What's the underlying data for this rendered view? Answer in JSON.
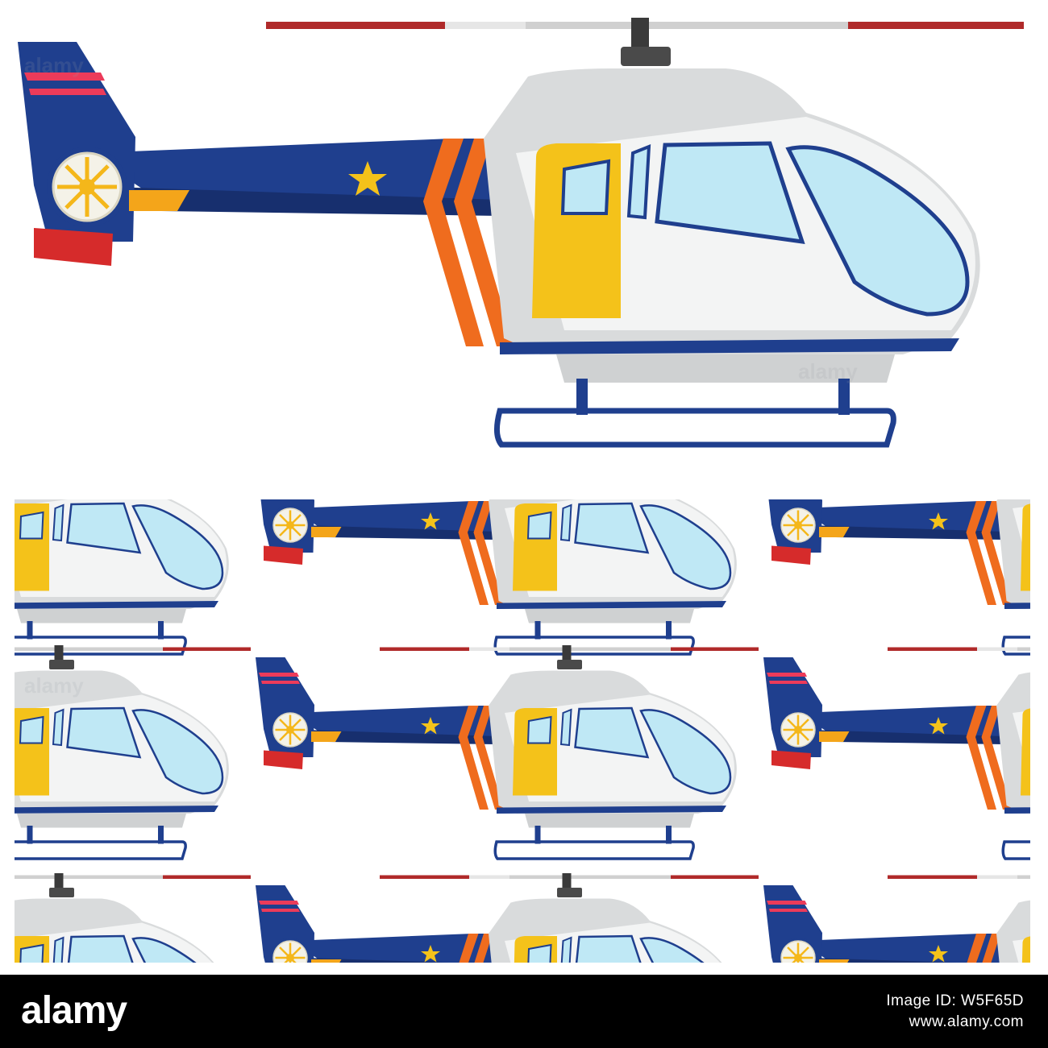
{
  "image": {
    "subject": "helicopter",
    "pattern": "seamless-repeat"
  },
  "colors": {
    "background": "#ffffff",
    "fuselage_blue": "#1f3f8e",
    "fuselage_blue_dark": "#172f6e",
    "cabin_grey": "#d9dbdc",
    "cabin_white": "#f3f4f4",
    "door_yellow": "#f4c21a",
    "window_blue": "#bfe8f5",
    "stripe_orange": "#ef6c1e",
    "rotor_red": "#b02a2a",
    "footer_bg": "#000000"
  },
  "watermark": {
    "brand": "alamy"
  },
  "footer": {
    "brand": "alamy",
    "image_id_label": "Image ID: W5F65D",
    "site": "www.alamy.com"
  }
}
